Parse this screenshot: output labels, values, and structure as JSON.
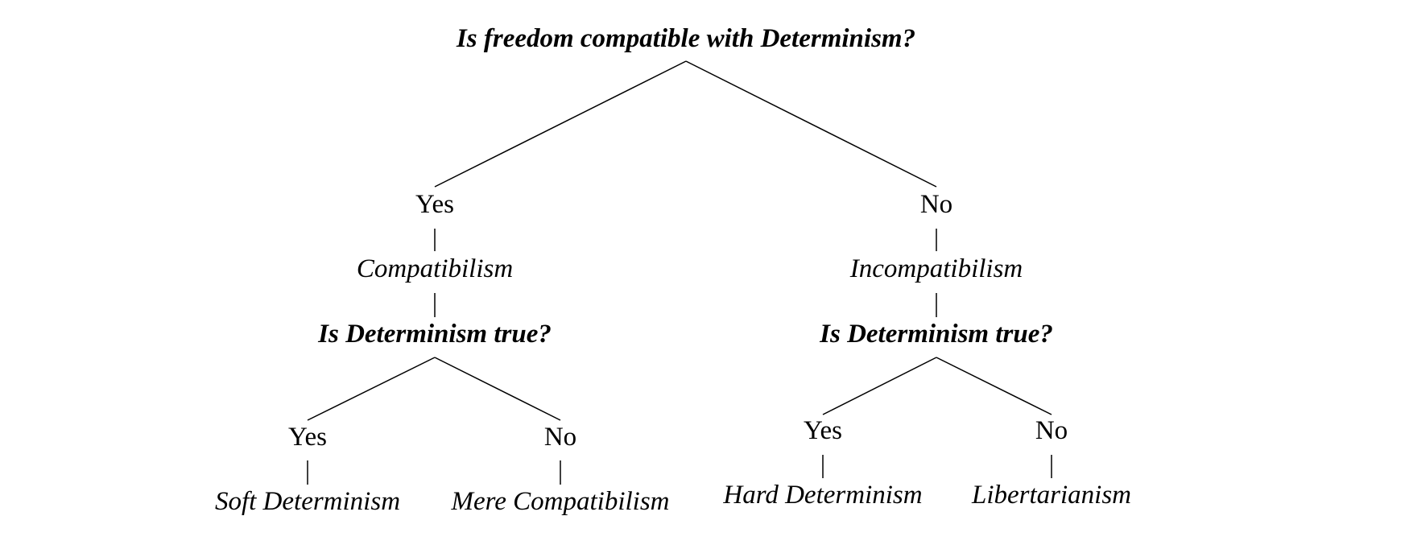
{
  "tree": {
    "root_question": "Is freedom compatible with Determinism?",
    "left": {
      "answer": "Yes",
      "position": "Compatibilism",
      "question": "Is Determinism true?",
      "left": {
        "answer": "Yes",
        "position": "Soft Determinism"
      },
      "right": {
        "answer": "No",
        "position": "Mere Compatibilism"
      }
    },
    "right": {
      "answer": "No",
      "position": "Incompatibilism",
      "question": "Is Determinism true?",
      "left": {
        "answer": "Yes",
        "position": "Hard Determinism"
      },
      "right": {
        "answer": "No",
        "position": "Libertarianism"
      }
    }
  }
}
